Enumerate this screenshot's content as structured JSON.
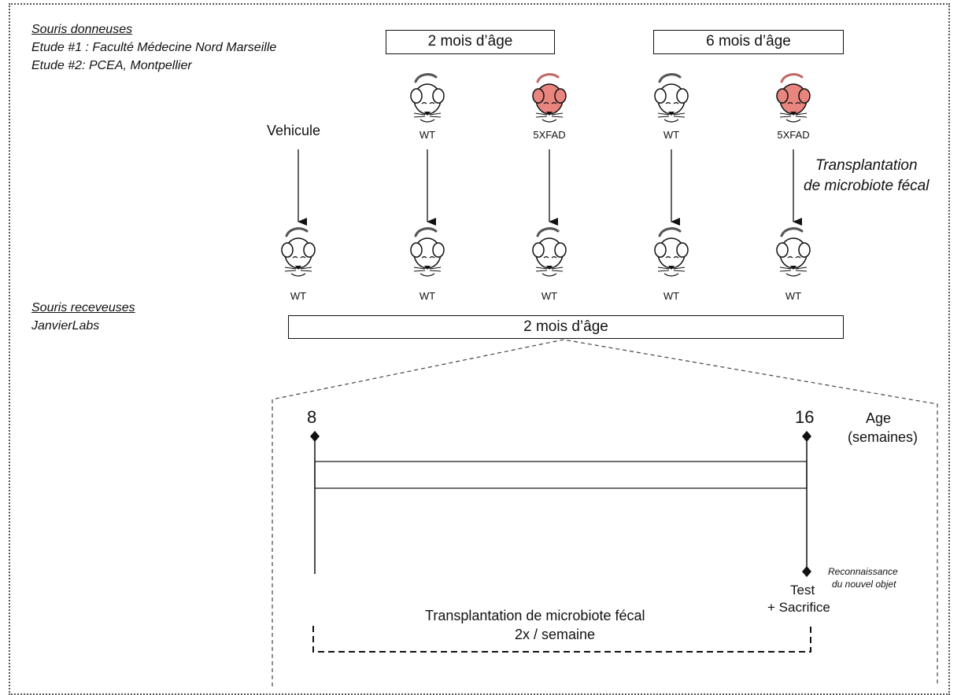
{
  "donors": {
    "heading": "Souris donneuses",
    "study1": "Etude #1 : Faculté Médecine Nord Marseille",
    "study2": "Etude #2: PCEA, Montpellier",
    "age_group_1": "2 mois d’âge",
    "age_group_2": "6 mois d’âge",
    "vehicle_label": "Vehicule",
    "items": [
      {
        "label": "WT",
        "color": "#ffffff"
      },
      {
        "label": "5XFAD",
        "color": "#e8857f"
      },
      {
        "label": "WT",
        "color": "#ffffff"
      },
      {
        "label": "5XFAD",
        "color": "#e8857f"
      }
    ]
  },
  "transfer": {
    "line1": "Transplantation",
    "line2": "de microbiote fécal"
  },
  "recipients": {
    "heading": "Souris receveuses",
    "supplier": "JanvierLabs",
    "age": "2 mois d’âge",
    "labels": [
      "WT",
      "WT",
      "WT",
      "WT",
      "WT"
    ]
  },
  "timeline": {
    "start_value": "8",
    "end_value": "16",
    "axis_label_1": "Age",
    "axis_label_2": "(semaines)",
    "test_line1": "Reconnaissance",
    "test_line2": "du nouvel objet",
    "endpoint_1": "Test",
    "endpoint_2": "+ Sacrifice",
    "treatment_line1": "Transplantation de microbiote fécal",
    "treatment_line2": "2x / semaine"
  }
}
